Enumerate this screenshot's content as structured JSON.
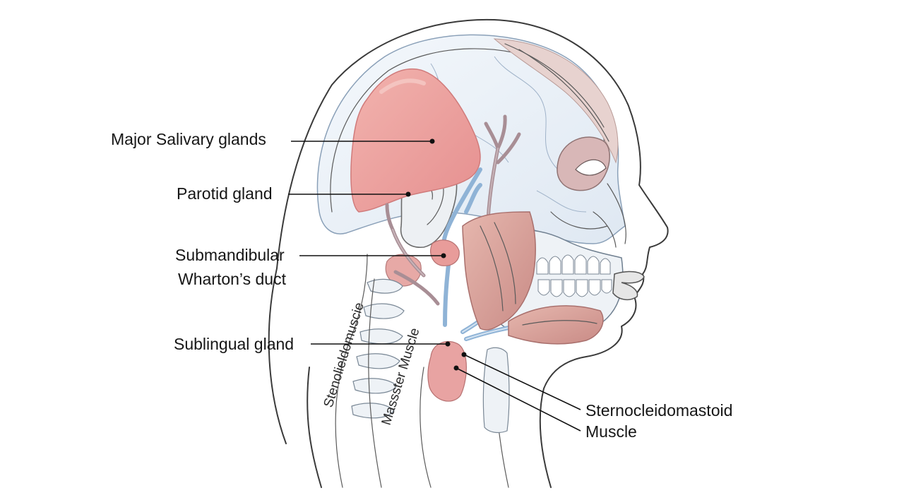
{
  "labels": {
    "major_salivary": "Major Salivary glands",
    "parotid": "Parotid gland",
    "submandibular": "Submandibular",
    "whartons_duct": "Wharton’s duct",
    "sublingual": "Sublingual gland",
    "scm_line1": "Sternocleidomastoid",
    "scm_line2": "Muscle",
    "neck_rotated_1": "Stenolieldomuscie",
    "neck_rotated_2": "Massster Muscle"
  },
  "colors": {
    "gland_pink": "#e89a9a",
    "gland_pink_light": "#f3c6c2",
    "muscle_mauve": "#c99a95",
    "skull_blue": "#e9eff6",
    "duct_blue": "#8fb3d6",
    "vessel_mauve": "#a88e95",
    "ink": "#161616"
  }
}
